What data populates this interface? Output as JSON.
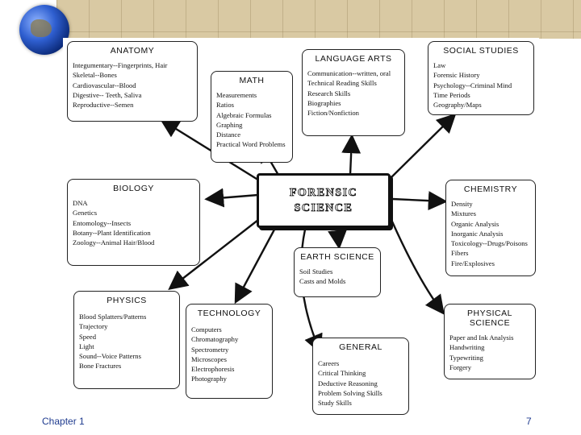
{
  "center": {
    "line1": "FORENSIC",
    "line2": "SCIENCE"
  },
  "boxes": {
    "anatomy": {
      "title": "ANATOMY",
      "items": [
        "Integumentary--Fingerprints, Hair",
        "Skeletal--Bones",
        "Cardiovascular--Blood",
        "Digestive-- Teeth, Saliva",
        "Reproductive--Semen"
      ]
    },
    "math": {
      "title": "MATH",
      "items": [
        "Measurements",
        "Ratios",
        "Algebraic Formulas",
        "Graphing",
        "Distance",
        "Practical Word Problems"
      ]
    },
    "language_arts": {
      "title": "LANGUAGE ARTS",
      "items": [
        "Communication--written, oral",
        "Technical Reading Skills",
        "Research Skills",
        "Biographies",
        "Fiction/Nonfiction"
      ]
    },
    "social_studies": {
      "title": "SOCIAL STUDIES",
      "items": [
        "Law",
        "Forensic History",
        "Psychology--Criminal Mind",
        "Time Periods",
        "Geography/Maps"
      ]
    },
    "biology": {
      "title": "BIOLOGY",
      "items": [
        "DNA",
        "Genetics",
        "Entomology--Insects",
        "Botany--Plant Identification",
        "Zoology--Animal Hair/Blood"
      ]
    },
    "chemistry": {
      "title": "CHEMISTRY",
      "items": [
        "Density",
        "Mixtures",
        "Organic Analysis",
        "Inorganic Analysis",
        "Toxicology--Drugs/Poisons",
        "Fibers",
        "Fire/Explosives"
      ]
    },
    "earth_science": {
      "title": "EARTH SCIENCE",
      "items": [
        "Soil Studies",
        "Casts and Molds"
      ]
    },
    "physics": {
      "title": "PHYSICS",
      "items": [
        "Blood Splatters/Patterns",
        "Trajectory",
        "Speed",
        "Light",
        "Sound--Voice Patterns",
        "Bone Fractures"
      ]
    },
    "technology": {
      "title": "TECHNOLOGY",
      "items": [
        "Computers",
        "Chromatography",
        "Spectrometry",
        "Microscopes",
        "Electrophoresis",
        "Photography"
      ]
    },
    "general": {
      "title": "GENERAL",
      "items": [
        "Careers",
        "Critical Thinking",
        "Deductive Reasoning",
        "Problem Solving Skills",
        "Study Skills"
      ]
    },
    "physical_science": {
      "title": "PHYSICAL SCIENCE",
      "items": [
        "Paper and Ink Analysis",
        "Handwriting",
        "Typewriting",
        "Forgery"
      ]
    }
  },
  "footer": {
    "chapter": "Chapter 1",
    "page": "7"
  }
}
